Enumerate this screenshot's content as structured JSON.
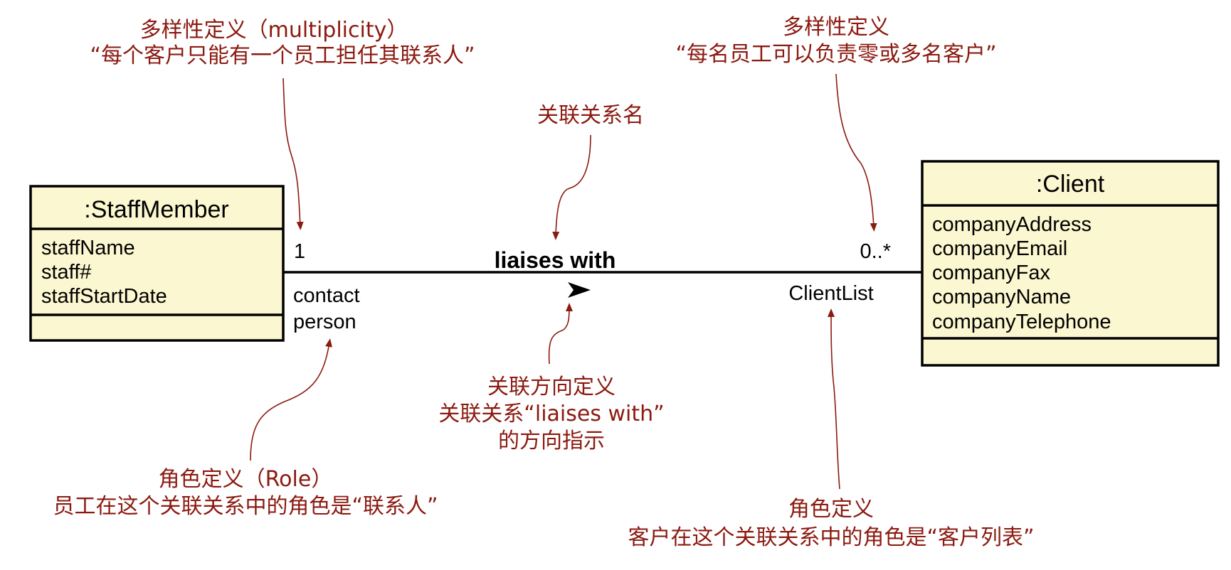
{
  "classes": {
    "staff": {
      "name": ":StaffMember",
      "attributes": [
        "staffName",
        "staff#",
        "staffStartDate"
      ]
    },
    "client": {
      "name": ":Client",
      "attributes": [
        "companyAddress",
        "companyEmail",
        "companyFax",
        "companyName",
        "companyTelephone"
      ]
    }
  },
  "association": {
    "name": "liaises with",
    "staff_multiplicity": "1",
    "client_multiplicity": "0..*",
    "staff_role": [
      "contact",
      "person"
    ],
    "client_role": "ClientList"
  },
  "annotations": {
    "staff_multiplicity": [
      "多样性定义（multiplicity）",
      "“每个客户只能有一个员工担任其联系人”"
    ],
    "client_multiplicity": [
      "多样性定义",
      "“每名员工可以负责零或多名客户”"
    ],
    "assoc_name": [
      "关联关系名"
    ],
    "direction": [
      "关联方向定义",
      "关联关系“liaises with”",
      "的方向指示"
    ],
    "staff_role": [
      "角色定义（Role）",
      "员工在这个关联关系中的角色是“联系人”"
    ],
    "client_role": [
      "角色定义",
      "客户在这个关联关系中的角色是“客户列表”"
    ]
  },
  "colors": {
    "class_fill": "#fbf7d0",
    "annotation": "#8b1a10",
    "line": "#000000"
  }
}
